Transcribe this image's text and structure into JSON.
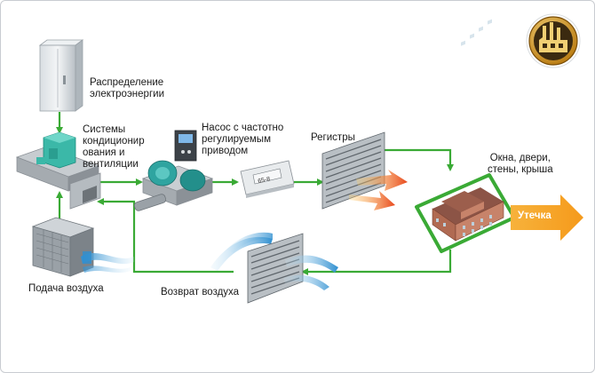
{
  "labels": {
    "power_distribution": "Распределение\nэлектроэнергии",
    "hvac_systems": "Системы\nкондиционир\nования и\nвентиляции",
    "vfd_pump": "Насос с частотно\nрегулируемым\nприводом",
    "registers": "Регистры",
    "envelope": "Окна, двери,\nстены, крыша",
    "leak": "Утечка",
    "air_supply": "Подача воздуха",
    "air_return": "Возврат воздуха",
    "meter_display": "65-8"
  },
  "colors": {
    "flow_line": "#3aaa35",
    "leak_arrow": "#f5a623",
    "hot_air": "#f07d1a",
    "cool_air": "#5bb4e5",
    "badge": "#c88a16"
  },
  "icons": {
    "badge": "factory-icon"
  }
}
